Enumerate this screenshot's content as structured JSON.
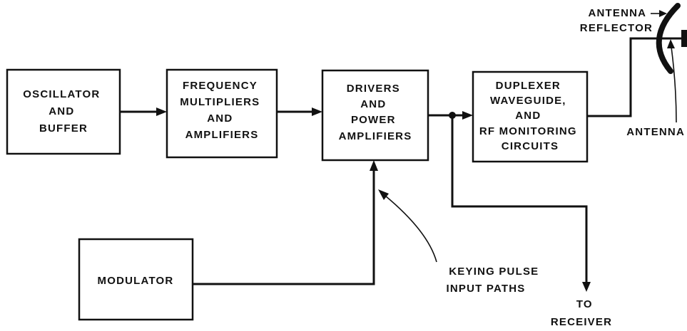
{
  "blocks": {
    "oscillator": [
      "OSCILLATOR",
      "AND",
      "BUFFER"
    ],
    "multipliers": [
      "FREQUENCY",
      "MULTIPLIERS",
      "AND",
      "AMPLIFIERS"
    ],
    "drivers": [
      "DRIVERS",
      "AND",
      "POWER",
      "AMPLIFIERS"
    ],
    "duplexer": [
      "DUPLEXER",
      "WAVEGUIDE,",
      "AND",
      "RF MONITORING",
      "CIRCUITS"
    ],
    "modulator": [
      "MODULATOR"
    ]
  },
  "labels": {
    "antenna_reflector": [
      "ANTENNA",
      "REFLECTOR"
    ],
    "antenna": "ANTENNA",
    "keying_pulse": [
      "KEYING PULSE",
      "INPUT PATHS"
    ],
    "to_receiver": [
      "TO",
      "RECEIVER"
    ]
  }
}
